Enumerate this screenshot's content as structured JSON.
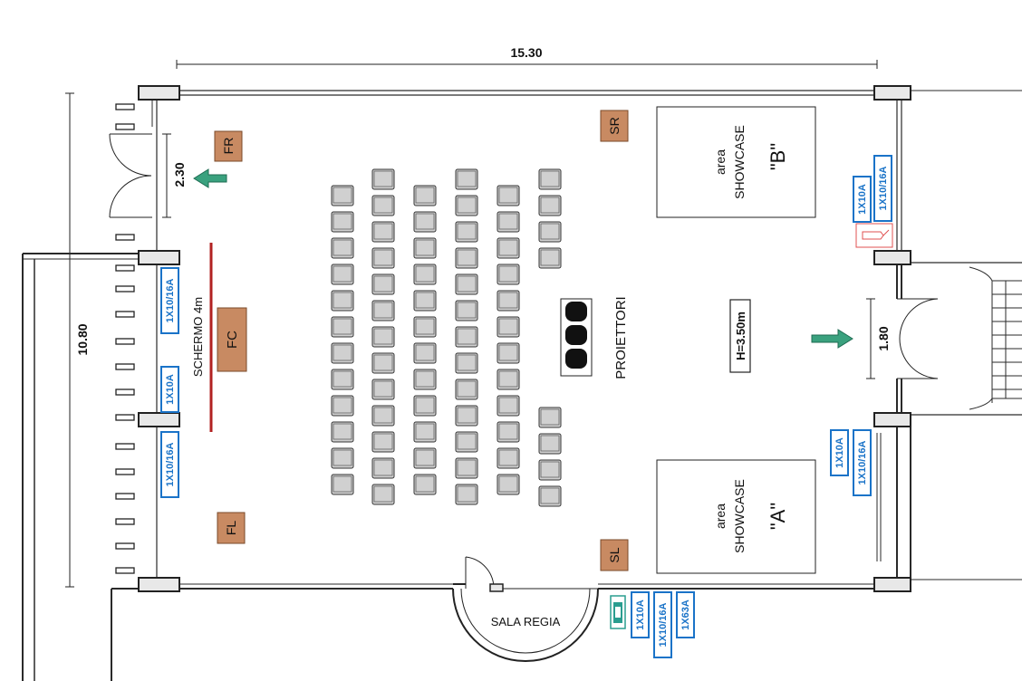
{
  "dimensions": {
    "width": "15.30",
    "height": "10.80",
    "door_left": "2.30",
    "door_right": "1.80"
  },
  "labels": {
    "screen": "SCHERMO 4m",
    "projectors": "PROIETTORI",
    "ceiling_height": "H=3.50m",
    "control_room": "SALA REGIA",
    "showcase_word1": "area",
    "showcase_word2": "SHOWCASE",
    "showcase_b": "\"B\"",
    "showcase_a": "\"A\""
  },
  "speakers": {
    "fr": "FR",
    "fc": "FC",
    "fl": "FL",
    "sr": "SR",
    "sl": "SL"
  },
  "outlets": {
    "o1": "1X10/16A",
    "o2": "1X10A",
    "o3": "1X10/16A",
    "o4": "1X10A",
    "o5": "1X10/16A",
    "o6": "1X10A",
    "o7": "1X10/16A",
    "o8": "1X10A",
    "o9": "1X10/16A",
    "o10": "1X63A"
  },
  "seating": {
    "columns": [
      {
        "name": "col-1",
        "seats": 12
      },
      {
        "name": "col-2",
        "seats": 13
      },
      {
        "name": "col-3",
        "seats": 12
      },
      {
        "name": "col-4",
        "seats": 13
      },
      {
        "name": "col-5",
        "seats": 12
      },
      {
        "name": "col-6-top",
        "seats": 4
      },
      {
        "name": "col-6-bottom",
        "seats": 4
      }
    ]
  },
  "colors": {
    "wall": "#2a2a2a",
    "speaker_fill": "#c88a62",
    "outlet": "#1a73c8",
    "arrow": "#3aa17e",
    "screen_line": "#b22222",
    "seat_fill": "#d0d0d0",
    "extinguisher": "#e05050",
    "phone": "#2a9d8f"
  }
}
